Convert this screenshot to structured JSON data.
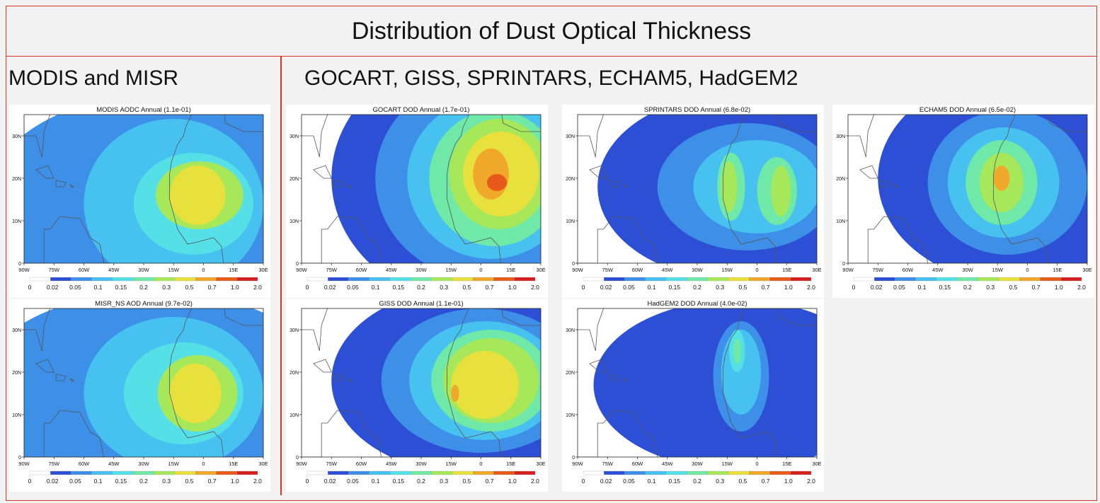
{
  "page": {
    "title": "Distribution of Dust Optical Thickness",
    "left_section_label": "MODIS and MISR",
    "right_section_label": "GOCART, GISS, SPRINTARS, ECHAM5, HadGEM2"
  },
  "colors": {
    "frame_border": "#d9342b",
    "ocean": "#ffffff",
    "coast": "#555555"
  },
  "chart_data": [
    {
      "id": "modis",
      "type": "heatmap",
      "title": "MODIS AODC Annual (1.1e-01)",
      "x_ticks": [
        "90W",
        "75W",
        "60W",
        "45W",
        "30W",
        "15W",
        "0",
        "15E",
        "30E"
      ],
      "y_ticks": [
        "0",
        "10N",
        "20N",
        "30N"
      ],
      "colorbar_ticks": [
        "0",
        "0.02",
        "0.05",
        "0.1",
        "0.15",
        "0.2",
        "0.3",
        "0.5",
        "0.7",
        "1.0",
        "2.0"
      ],
      "colorbar_colors": [
        "#ffffff",
        "#2d4fd6",
        "#3e8fe8",
        "#47c1f0",
        "#55e0e8",
        "#6fe8a8",
        "#a7e85a",
        "#e8e03c",
        "#f0a82a",
        "#e85a1a",
        "#d42020"
      ],
      "layers": [
        {
          "cx": -20,
          "cy": 14,
          "rx": 90,
          "ry": 26,
          "level": 2
        },
        {
          "cx": -15,
          "cy": 14,
          "rx": 45,
          "ry": 20,
          "level": 3
        },
        {
          "cx": -5,
          "cy": 14,
          "rx": 30,
          "ry": 12,
          "level": 4
        },
        {
          "cx": -2,
          "cy": 16,
          "rx": 22,
          "ry": 8,
          "level": 6
        },
        {
          "cx": -3,
          "cy": 16,
          "rx": 14,
          "ry": 7,
          "level": 7
        }
      ]
    },
    {
      "id": "misr",
      "type": "heatmap",
      "title": "MISR_NS AOD Annual (9.7e-02)",
      "x_ticks": [
        "90W",
        "75W",
        "60W",
        "45W",
        "30W",
        "15W",
        "0",
        "15E",
        "30E"
      ],
      "y_ticks": [
        "0",
        "10N",
        "20N",
        "30N"
      ],
      "colorbar_ticks": [
        "0",
        "0.02",
        "0.05",
        "0.1",
        "0.15",
        "0.2",
        "0.3",
        "0.5",
        "0.7",
        "1.0",
        "2.0"
      ],
      "colorbar_colors": [
        "#ffffff",
        "#2d4fd6",
        "#3e8fe8",
        "#47c1f0",
        "#55e0e8",
        "#6fe8a8",
        "#a7e85a",
        "#e8e03c",
        "#f0a82a",
        "#e85a1a",
        "#d42020"
      ],
      "layers": [
        {
          "cx": -25,
          "cy": 15,
          "rx": 90,
          "ry": 24,
          "level": 2
        },
        {
          "cx": -15,
          "cy": 15,
          "rx": 45,
          "ry": 18,
          "level": 3
        },
        {
          "cx": -10,
          "cy": 15,
          "rx": 30,
          "ry": 12,
          "level": 4
        },
        {
          "cx": -3,
          "cy": 15,
          "rx": 20,
          "ry": 9,
          "level": 6
        },
        {
          "cx": -4,
          "cy": 15,
          "rx": 13,
          "ry": 7,
          "level": 7
        }
      ]
    },
    {
      "id": "gocart",
      "type": "heatmap",
      "title": "GOCART DOD Annual (1.7e-01)",
      "x_ticks": [
        "90W",
        "75W",
        "60W",
        "45W",
        "30W",
        "15W",
        "0",
        "15E",
        "30E"
      ],
      "y_ticks": [
        "0",
        "10N",
        "20N",
        "30N"
      ],
      "colorbar_ticks": [
        "0",
        "0.02",
        "0.05",
        "0.1",
        "0.15",
        "0.2",
        "0.3",
        "0.5",
        "0.7",
        "1.0",
        "2.0"
      ],
      "colorbar_colors": [
        "#ffffff",
        "#2d4fd6",
        "#3e8fe8",
        "#47c1f0",
        "#55e0e8",
        "#6fe8a8",
        "#a7e85a",
        "#e8e03c",
        "#f0a82a",
        "#e85a1a",
        "#d42020"
      ],
      "layers": [
        {
          "cx": 0,
          "cy": 20,
          "rx": 75,
          "ry": 30,
          "level": 1
        },
        {
          "cx": 2,
          "cy": 20,
          "rx": 55,
          "ry": 24,
          "level": 2
        },
        {
          "cx": 5,
          "cy": 20,
          "rx": 42,
          "ry": 19,
          "level": 3
        },
        {
          "cx": 7,
          "cy": 20,
          "rx": 33,
          "ry": 16,
          "level": 5
        },
        {
          "cx": 9,
          "cy": 21,
          "rx": 25,
          "ry": 13,
          "level": 6
        },
        {
          "cx": 10,
          "cy": 21,
          "rx": 19,
          "ry": 10,
          "level": 7
        },
        {
          "cx": 5,
          "cy": 21,
          "rx": 9,
          "ry": 6,
          "level": 8
        },
        {
          "cx": 8,
          "cy": 19,
          "rx": 5,
          "ry": 2,
          "level": 9
        }
      ]
    },
    {
      "id": "sprintars",
      "type": "heatmap",
      "title": "SPRINTARS DOD Annual (6.8e-02)",
      "x_ticks": [
        "90W",
        "75W",
        "60W",
        "45W",
        "30W",
        "15W",
        "0",
        "15E",
        "30E"
      ],
      "y_ticks": [
        "0",
        "10N",
        "20N",
        "30N"
      ],
      "colorbar_ticks": [
        "0",
        "0.02",
        "0.05",
        "0.1",
        "0.15",
        "0.2",
        "0.3",
        "0.5",
        "0.7",
        "1.0",
        "2.0"
      ],
      "colorbar_colors": [
        "#ffffff",
        "#2d4fd6",
        "#3e8fe8",
        "#47c1f0",
        "#55e0e8",
        "#6fe8a8",
        "#a7e85a",
        "#e8e03c",
        "#f0a82a",
        "#e85a1a",
        "#d42020"
      ],
      "layers": [
        {
          "cx": -10,
          "cy": 18,
          "rx": 70,
          "ry": 22,
          "level": 1
        },
        {
          "cx": -5,
          "cy": 18,
          "rx": 45,
          "ry": 15,
          "level": 2
        },
        {
          "cx": 0,
          "cy": 18,
          "rx": 32,
          "ry": 11,
          "level": 3
        },
        {
          "cx": -13,
          "cy": 18,
          "rx": 7,
          "ry": 8,
          "level": 5
        },
        {
          "cx": 10,
          "cy": 17,
          "rx": 10,
          "ry": 8,
          "level": 5
        },
        {
          "cx": -14,
          "cy": 18,
          "rx": 4,
          "ry": 6,
          "level": 6
        },
        {
          "cx": 12,
          "cy": 17,
          "rx": 5,
          "ry": 6,
          "level": 6
        }
      ]
    },
    {
      "id": "echam5",
      "type": "heatmap",
      "title": "ECHAM5 DOD Annual (6.5e-02)",
      "x_ticks": [
        "90W",
        "75W",
        "60W",
        "45W",
        "30W",
        "15W",
        "0",
        "15E",
        "30E"
      ],
      "y_ticks": [
        "0",
        "10N",
        "20N",
        "30N"
      ],
      "colorbar_ticks": [
        "0",
        "0.02",
        "0.05",
        "0.1",
        "0.15",
        "0.2",
        "0.3",
        "0.5",
        "0.7",
        "1.0",
        "2.0"
      ],
      "colorbar_colors": [
        "#ffffff",
        "#2d4fd6",
        "#3e8fe8",
        "#47c1f0",
        "#55e0e8",
        "#6fe8a8",
        "#a7e85a",
        "#e8e03c",
        "#f0a82a",
        "#e85a1a",
        "#d42020"
      ],
      "layers": [
        {
          "cx": -5,
          "cy": 20,
          "rx": 70,
          "ry": 25,
          "level": 1
        },
        {
          "cx": -10,
          "cy": 19,
          "rx": 40,
          "ry": 17,
          "level": 2
        },
        {
          "cx": -12,
          "cy": 19,
          "rx": 28,
          "ry": 13,
          "level": 3
        },
        {
          "cx": -13,
          "cy": 19,
          "rx": 18,
          "ry": 10,
          "level": 5
        },
        {
          "cx": -13,
          "cy": 19,
          "rx": 11,
          "ry": 7,
          "level": 6
        },
        {
          "cx": -13,
          "cy": 20,
          "rx": 4,
          "ry": 3,
          "level": 8
        }
      ]
    },
    {
      "id": "giss",
      "type": "heatmap",
      "title": "GISS DOD Annual (1.1e-01)",
      "x_ticks": [
        "90W",
        "75W",
        "60W",
        "45W",
        "30W",
        "15W",
        "0",
        "15E",
        "30E"
      ],
      "y_ticks": [
        "0",
        "10N",
        "20N",
        "30N"
      ],
      "colorbar_ticks": [
        "0",
        "0.02",
        "0.05",
        "0.1",
        "0.15",
        "0.2",
        "0.3",
        "0.5",
        "0.7",
        "1.0",
        "2.0"
      ],
      "colorbar_colors": [
        "#ffffff",
        "#2d4fd6",
        "#3e8fe8",
        "#47c1f0",
        "#55e0e8",
        "#6fe8a8",
        "#a7e85a",
        "#e8e03c",
        "#f0a82a",
        "#e85a1a",
        "#d42020"
      ],
      "layers": [
        {
          "cx": -5,
          "cy": 18,
          "rx": 70,
          "ry": 22,
          "level": 1
        },
        {
          "cx": 0,
          "cy": 18,
          "rx": 50,
          "ry": 17,
          "level": 2
        },
        {
          "cx": 2,
          "cy": 18,
          "rx": 38,
          "ry": 14,
          "level": 3
        },
        {
          "cx": 5,
          "cy": 18,
          "rx": 30,
          "ry": 12,
          "level": 5
        },
        {
          "cx": 5,
          "cy": 18,
          "rx": 24,
          "ry": 10,
          "level": 6
        },
        {
          "cx": 2,
          "cy": 17,
          "rx": 17,
          "ry": 8,
          "level": 7
        },
        {
          "cx": -13,
          "cy": 15,
          "rx": 2,
          "ry": 2,
          "level": 8
        }
      ]
    },
    {
      "id": "hadgem2",
      "type": "heatmap",
      "title": "HadGEM2 DOD Annual (4.0e-02)",
      "x_ticks": [
        "90W",
        "75W",
        "60W",
        "45W",
        "30W",
        "15W",
        "0",
        "15E",
        "30E"
      ],
      "y_ticks": [
        "0",
        "10N",
        "20N",
        "30N"
      ],
      "colorbar_ticks": [
        "0",
        "0.02",
        "0.05",
        "0.1",
        "0.15",
        "0.2",
        "0.3",
        "0.5",
        "0.7",
        "1.0",
        "2.0"
      ],
      "colorbar_colors": [
        "#ffffff",
        "#2d4fd6",
        "#3e8fe8",
        "#47c1f0",
        "#55e0e8",
        "#6fe8a8",
        "#a7e85a",
        "#e8e03c",
        "#f0a82a",
        "#e85a1a",
        "#d42020"
      ],
      "layers": [
        {
          "cx": -10,
          "cy": 17,
          "rx": 72,
          "ry": 20,
          "level": 1
        },
        {
          "cx": -8,
          "cy": 19,
          "rx": 14,
          "ry": 13,
          "level": 2
        },
        {
          "cx": -8,
          "cy": 20,
          "rx": 10,
          "ry": 10,
          "level": 3
        },
        {
          "cx": -10,
          "cy": 25,
          "rx": 4,
          "ry": 5,
          "level": 4
        },
        {
          "cx": -10,
          "cy": 25,
          "rx": 2,
          "ry": 3,
          "level": 5
        }
      ]
    }
  ]
}
